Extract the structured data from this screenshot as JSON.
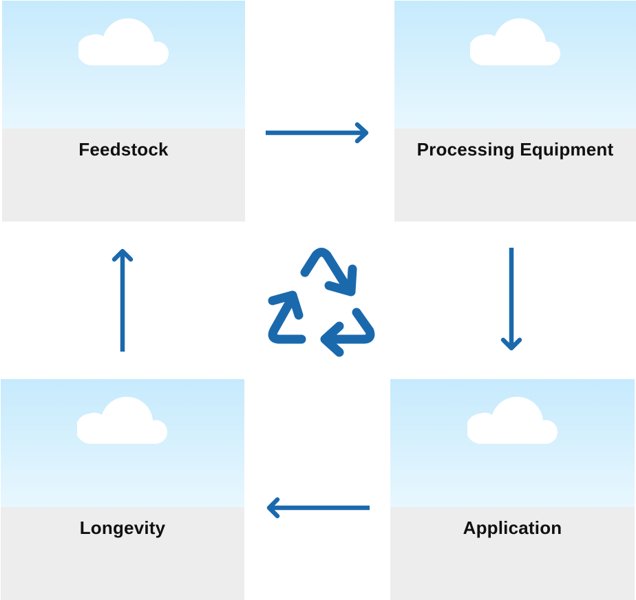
{
  "diagram": {
    "type": "cycle",
    "accent_color": "#1b69ad",
    "center_icon": "recycle-icon",
    "stages": [
      {
        "label": "Feedstock",
        "image": "cloud-placeholder-icon"
      },
      {
        "label": "Processing Equipment",
        "image": "cloud-placeholder-icon"
      },
      {
        "label": "Application",
        "image": "cloud-placeholder-icon"
      },
      {
        "label": "Longevity",
        "image": "cloud-placeholder-icon"
      }
    ],
    "flow": [
      {
        "from": "Feedstock",
        "to": "Processing Equipment",
        "direction": "right"
      },
      {
        "from": "Processing Equipment",
        "to": "Application",
        "direction": "down"
      },
      {
        "from": "Application",
        "to": "Longevity",
        "direction": "left"
      },
      {
        "from": "Longevity",
        "to": "Feedstock",
        "direction": "up"
      }
    ]
  }
}
